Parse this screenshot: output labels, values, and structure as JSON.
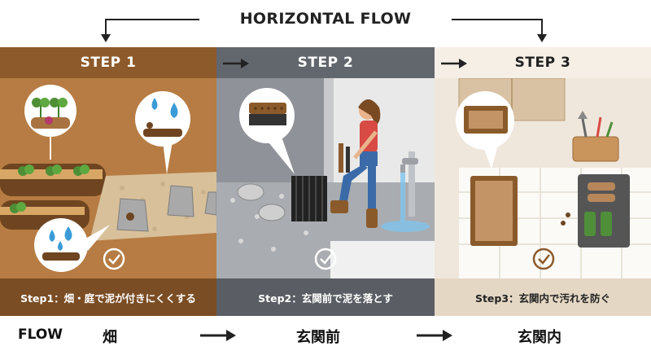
{
  "header": {
    "title": "HORIZONTAL FLOW"
  },
  "steps": [
    {
      "label": "STEP 1",
      "caption": "Step1：畑・庭で泥が付きにくくする"
    },
    {
      "label": "STEP 2",
      "caption": "Step2：玄関前で泥を落とす"
    },
    {
      "label": "STEP 3",
      "caption": "Step3：玄関内で汚れを防ぐ"
    }
  ],
  "flow": {
    "label": "FLOW",
    "stops": [
      "畑",
      "玄関前",
      "玄関内"
    ]
  },
  "colors": {
    "step1": "#b67c43",
    "step2": "#9ea1a6",
    "step3": "#efe7dc",
    "check": "#ffffff"
  },
  "icons": [
    "check-circle-icon",
    "water-drop-icon",
    "sprout-icon",
    "brush-icon",
    "doormat-icon",
    "boots-icon",
    "tool-basket-icon"
  ]
}
